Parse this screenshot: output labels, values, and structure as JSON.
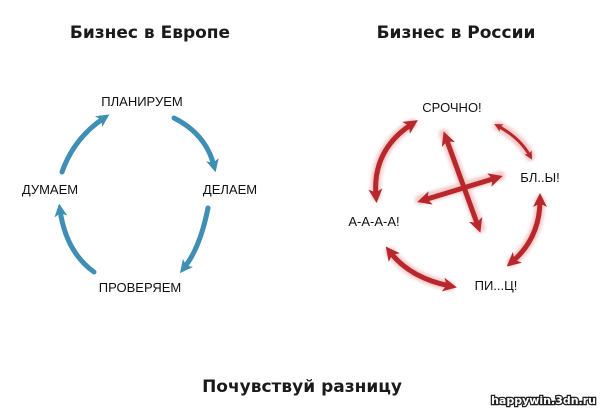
{
  "europe": {
    "title": "Бизнес в Европе",
    "nodes": {
      "top": "ПЛАНИРУЕМ",
      "right": "ДЕЛАЕМ",
      "bottom": "ПРОВЕРЯЕМ",
      "left": "ДУМАЕМ"
    },
    "arrow_color": "#3f8fb5"
  },
  "russia": {
    "title": "Бизнес в России",
    "nodes": {
      "top": "СРОЧНО!",
      "right": "БЛ..Ы!",
      "bottom": "ПИ...Ц!",
      "left": "А-А-А-А!"
    },
    "arrow_color": "#b8272b"
  },
  "caption": "Почувствуй разницу",
  "watermark": "happywin.3dn.ru"
}
